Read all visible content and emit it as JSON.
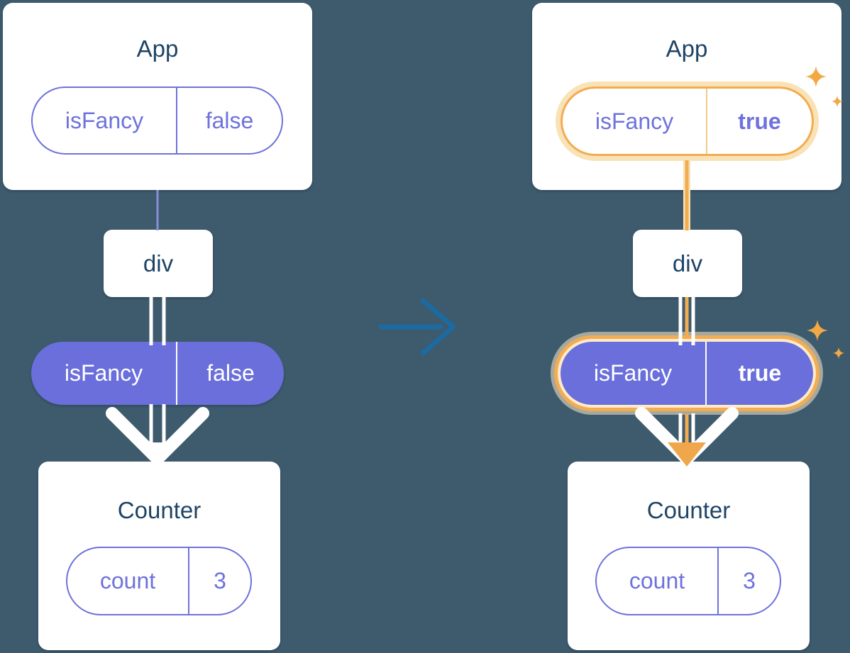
{
  "background_color": "#3E5A6D",
  "colors": {
    "card": "#FFFFFF",
    "title_navy": "#1E4466",
    "purple": "#6A6FDB",
    "purple_outline": "#6E72DB",
    "highlight_orange": "#F2AC52",
    "highlight_glow": "#F9E2B6",
    "arrow_blue": "#1C6AA0",
    "connector_white": "#FFFFFF"
  },
  "icons": {
    "sparkle_icon": "✦",
    "transition_arrow_icon": "→"
  },
  "trees": {
    "before": {
      "app": {
        "title": "App",
        "state_key": "isFancy",
        "state_value": "false"
      },
      "container": {
        "title": "div"
      },
      "prop": {
        "key": "isFancy",
        "value": "false"
      },
      "counter": {
        "title": "Counter",
        "state_key": "count",
        "state_value": "3"
      }
    },
    "after": {
      "app": {
        "title": "App",
        "state_key": "isFancy",
        "state_value": "true"
      },
      "container": {
        "title": "div"
      },
      "prop": {
        "key": "isFancy",
        "value": "true"
      },
      "counter": {
        "title": "Counter",
        "state_key": "count",
        "state_value": "3"
      }
    }
  }
}
